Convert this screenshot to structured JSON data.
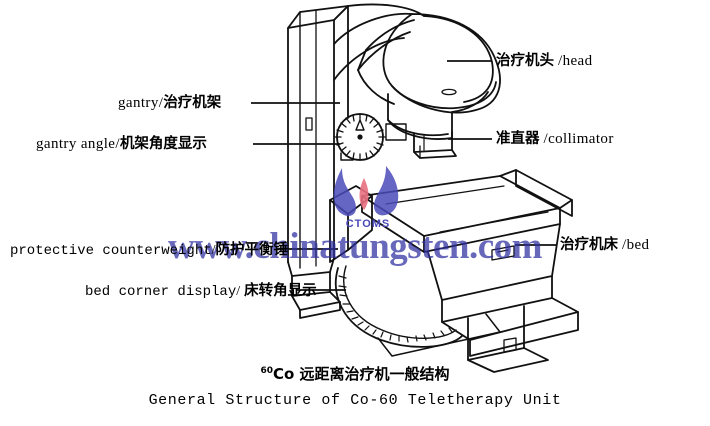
{
  "figure": {
    "alt": "line drawing of a Co-60 teletherapy unit",
    "caption_cn_sup": "60",
    "caption_cn": "Co 远距离治疗机一般结构",
    "caption_en": "General Structure of Co-60 Teletherapy Unit"
  },
  "watermark": {
    "text": "www.chinatungsten.com",
    "color": "#2f2fa2"
  },
  "logo": {
    "name": "CTOMS",
    "text": "CTOMS",
    "blue": "#4a4ab8",
    "red": "#e8707f"
  },
  "labels": {
    "gantry": {
      "en": "gantry",
      "sep": "/",
      "cn": "治疗机架"
    },
    "gantry_angle": {
      "en": "gantry angle",
      "sep": "/",
      "cn": "机架角度显示"
    },
    "counterweight": {
      "en": "protective counterweight",
      "sep": "/",
      "cn": "防护平衡锤"
    },
    "bed_corner": {
      "en": "bed corner display",
      "sep": "/",
      "cn": "床转角显示"
    },
    "head": {
      "cn": "治疗机头",
      "sep": "/",
      "en": "head"
    },
    "collimator": {
      "cn": "准直器",
      "sep": "/",
      "en": "collimator"
    },
    "bed": {
      "cn": "治疗机床",
      "sep": "/",
      "en": "bed"
    }
  },
  "colors": {
    "ink": "#111111",
    "background": "#ffffff"
  }
}
